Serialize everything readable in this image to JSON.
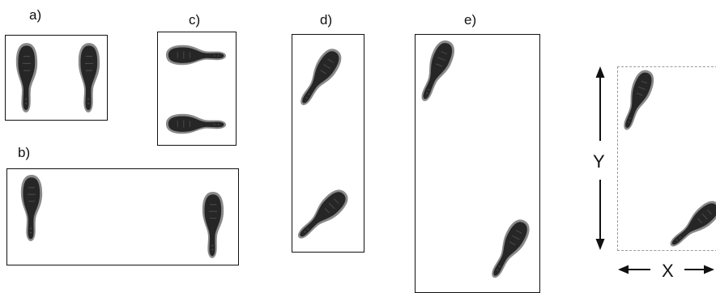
{
  "panels": {
    "a": {
      "label": "a)"
    },
    "b": {
      "label": "b)"
    },
    "c": {
      "label": "c)"
    },
    "d": {
      "label": "d)"
    },
    "e": {
      "label": "e)"
    }
  },
  "axes": {
    "x_label": "X",
    "y_label": "Y"
  },
  "icon": "shoe-sole-icon",
  "colors": {
    "sole": "#262626",
    "sole_rim": "#8a8a8a",
    "border": "#111111"
  }
}
